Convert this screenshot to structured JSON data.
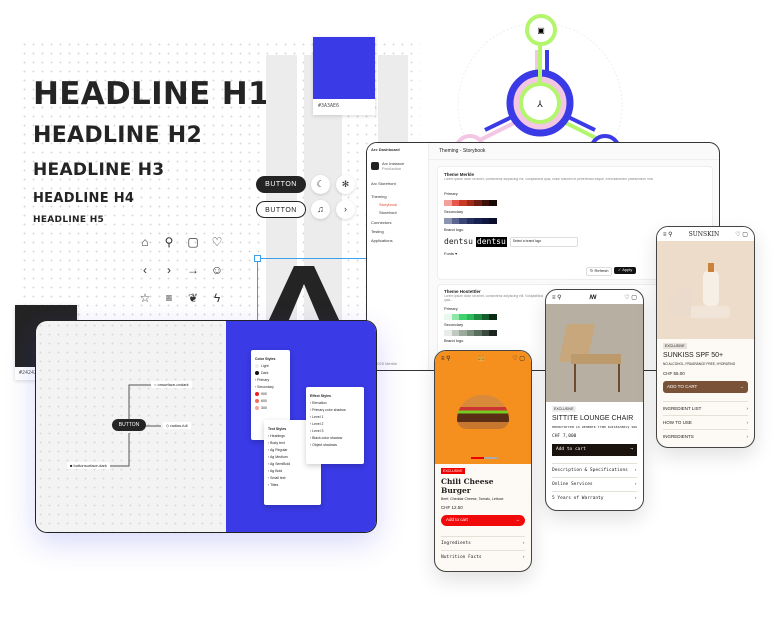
{
  "headlines": [
    "HEADLINE H1",
    "HEADLINE H2",
    "HEADLINE H3",
    "HEADLINE H4",
    "HEADLINE H5"
  ],
  "icons": [
    "home-icon",
    "search-icon",
    "bag-icon",
    "heart-icon",
    "chevron-left-icon",
    "chevron-right-icon",
    "arrow-right-icon",
    "smile-icon",
    "star-icon",
    "menu-icon",
    "leaf-icon",
    "bolt-icon"
  ],
  "swatches": {
    "blue": {
      "hex": "#3A3AE6",
      "label": "#3A3AE6"
    },
    "dark": {
      "hex": "#242424",
      "label": "#242424"
    }
  },
  "buttons": {
    "filled": "BUTTON",
    "outline": "BUTTON"
  },
  "dashboard": {
    "app": "Arc Dashboard",
    "instance": "Arc Instance",
    "instance_sub": "Production",
    "title": "Theming - Storybook",
    "nav": [
      "Arc Storefront",
      "Theming",
      "Storybook",
      "Storefront",
      "Connectors",
      "Testing",
      "Applications"
    ],
    "footer": "© 2025 Merkle",
    "themes": [
      {
        "name": "Theme Merkle",
        "desc": "Lorem ipsum dolor sit amet, consectetur adipiscing elit. Voluptatibus quia, nulla! Maiores et perferendis eaque, exercitationem praesentium nihil.",
        "primary": [
          "#f4a09a",
          "#e8584a",
          "#c93a25",
          "#9e2a18",
          "#6e1d10",
          "#3d100a",
          "#1a0805"
        ],
        "secondary": [
          "#8a93b0",
          "#5a6590",
          "#3a4475",
          "#23305e",
          "#172150",
          "#0f1640",
          "#0a0e2a"
        ]
      },
      {
        "name": "Theme Hostettler",
        "desc": "Lorem ipsum dolor sit amet, consectetur adipiscing elit. Voluptatibus quia...",
        "primary": [
          "#e8f8ec",
          "#8ee6a8",
          "#3ed36f",
          "#2cb95a",
          "#1e8a42",
          "#145e2d",
          "#0a2a15"
        ],
        "secondary": [
          "#e8ece8",
          "#c0c8c0",
          "#9aaa9c",
          "#7a8f7e",
          "#5a6e5e",
          "#3a4a3e",
          "#1e2620"
        ]
      }
    ],
    "labels": {
      "primary": "Primary",
      "secondary": "Secondary",
      "brand_logo": "Brand logo",
      "fonts": "Fonts",
      "select_logo": "Select a brand logo",
      "refresh": "Refresh",
      "apply": "Apply"
    },
    "logo_text": "dentsu"
  },
  "flow": {
    "button": "BUTTON",
    "nodes": [
      "onsurface-ondark",
      "radius-full",
      "buttonsurface-dark"
    ]
  },
  "styles": {
    "color": {
      "title": "Color Styles",
      "items": [
        "Light",
        "Dark",
        "Primary",
        "Secondary",
        "900",
        "600",
        "300"
      ]
    },
    "text": {
      "title": "Text Styles",
      "items": [
        "Headings",
        "Body text",
        "Ag Regular",
        "Ag Medium",
        "Ag SemiBold",
        "Ag Bold",
        "Small text",
        "Titles"
      ]
    },
    "effect": {
      "title": "Effect Styles",
      "items": [
        "Elevation",
        "Primary color shadow",
        "Level 1",
        "Level 2",
        "Level 3",
        "Black color shadow",
        "Object shadows"
      ]
    }
  },
  "phones": {
    "burger": {
      "badge": "EXCLUSIVE",
      "title": "Chili Cheese Burger",
      "desc": "Beef, Cheddar Cheese, Tomato, Lettuce",
      "price": "CHF 12.50",
      "cta": "Add to cart",
      "rows": [
        "Ingredients",
        "Nutrition Facts"
      ],
      "accent": "#f5901e",
      "cta_color": "#f00a0a"
    },
    "chair": {
      "badge": "EXCLUSIVE",
      "title": "SITTITE LOUNGE CHAIR",
      "desc": "Handcrafted in Denmark from sustainably sourced wood",
      "price": "CHF 7,000",
      "cta": "Add to cart",
      "rows": [
        "Description & Specifications",
        "Online Services",
        "5 Years of Warranty"
      ]
    },
    "sunskin": {
      "brand": "SUNSKIN",
      "badge": "EXCLUSIVE",
      "title": "SUNKISS SPF 50+",
      "desc": "NO ALCOHOL, FRAGRANCE FREE, HYDRATING",
      "price": "CHF 55.00",
      "cta": "ADD TO CART",
      "rows": [
        "INGREDIENT LIST",
        "HOW TO USE",
        "INGREDIENTS"
      ],
      "cta_color": "#7a5238"
    }
  }
}
